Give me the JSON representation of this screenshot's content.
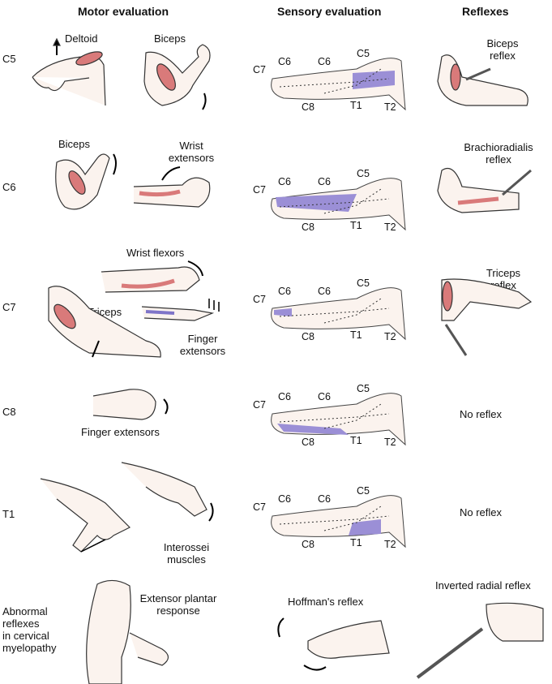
{
  "headers": {
    "motor": "Motor evaluation",
    "sensory": "Sensory evaluation",
    "reflexes": "Reflexes"
  },
  "rows": [
    {
      "level": "C5"
    },
    {
      "level": "C6"
    },
    {
      "level": "C7"
    },
    {
      "level": "C8"
    },
    {
      "level": "T1"
    }
  ],
  "abnormal_label": [
    "Abnormal",
    "reflexes",
    "in cervical",
    "myelopathy"
  ],
  "motor": {
    "c5": [
      "Deltoid",
      "Biceps"
    ],
    "c6": [
      "Biceps",
      "Wrist",
      "extensors"
    ],
    "c7": [
      "Wrist flexors",
      "Triceps",
      "Finger",
      "extensors"
    ],
    "c8": [
      "Finger extensors"
    ],
    "t1": [
      "Interossei",
      "muscles"
    ],
    "abnormal": [
      "Extensor plantar",
      "response"
    ]
  },
  "sensory": {
    "labels": [
      "C7",
      "C6",
      "C6",
      "C5",
      "C8",
      "T1",
      "T2"
    ],
    "highlights": [
      "C5",
      "C6",
      "C7",
      "C8",
      "T1"
    ],
    "highlight_color": "#9b8fd6",
    "abnormal": "Hoffman's reflex"
  },
  "reflexes": {
    "c5": [
      "Biceps",
      "reflex"
    ],
    "c6": [
      "Brachioradialis",
      "reflex"
    ],
    "c7": [
      "Triceps",
      "reflex"
    ],
    "c8": "No reflex",
    "t1": "No reflex",
    "abnormal": "Inverted radial reflex"
  }
}
